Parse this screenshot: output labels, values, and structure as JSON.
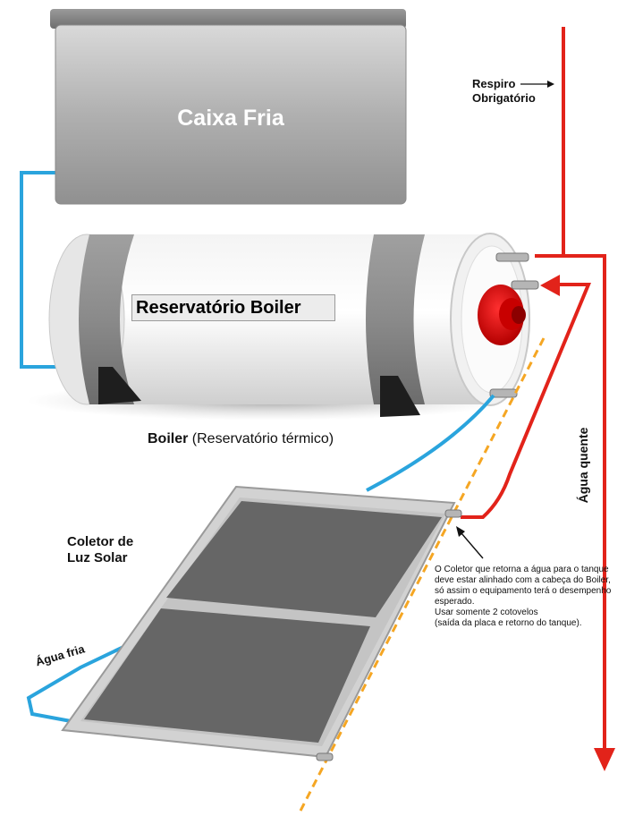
{
  "labels": {
    "cold_tank": "Caixa Fria",
    "boiler_badge": "Reservatório Boiler",
    "boiler_caption_bold": "Boiler",
    "boiler_caption_rest": " (Reservatório térmico)",
    "vent_line1": "Respiro",
    "vent_line2": "Obrigatório",
    "collector_line1": "Coletor de",
    "collector_line2": "Luz Solar",
    "alignment_note": "O Coletor que retorna a água para o tanque deve estar alinhado com a cabeça do Boiler, só assim o equipamento terá o desempenho esperado.",
    "elbow_note": "Usar somente 2 cotovelos",
    "elbow_detail": "(saída da placa e retorno do tanque).",
    "cold_water": "Água fria",
    "hot_water": "Água quente"
  },
  "colors": {
    "cold_pipe": "#2aa4dd",
    "hot_pipe": "#e2231a",
    "alignment_guide": "#f5a623",
    "tank_gray": "#a9a9a9",
    "panel_dark": "#666666"
  }
}
